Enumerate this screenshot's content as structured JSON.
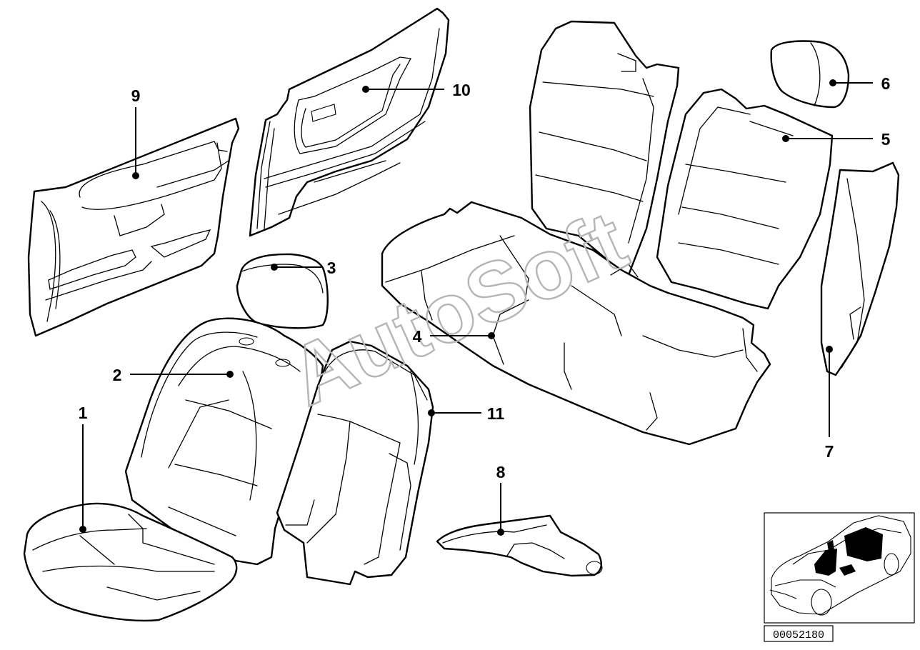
{
  "watermark": "AutoSoft",
  "diagram_number": "00052180",
  "callouts": [
    {
      "id": "1",
      "label": "1"
    },
    {
      "id": "2",
      "label": "2"
    },
    {
      "id": "3",
      "label": "3"
    },
    {
      "id": "4",
      "label": "4"
    },
    {
      "id": "5",
      "label": "5"
    },
    {
      "id": "6",
      "label": "6"
    },
    {
      "id": "7",
      "label": "7"
    },
    {
      "id": "8",
      "label": "8"
    },
    {
      "id": "9",
      "label": "9"
    },
    {
      "id": "10",
      "label": "10"
    },
    {
      "id": "11",
      "label": "11"
    }
  ],
  "colors": {
    "line": "#000000",
    "background": "#ffffff",
    "watermark": "#b5b5b5",
    "highlight": "#000000"
  }
}
